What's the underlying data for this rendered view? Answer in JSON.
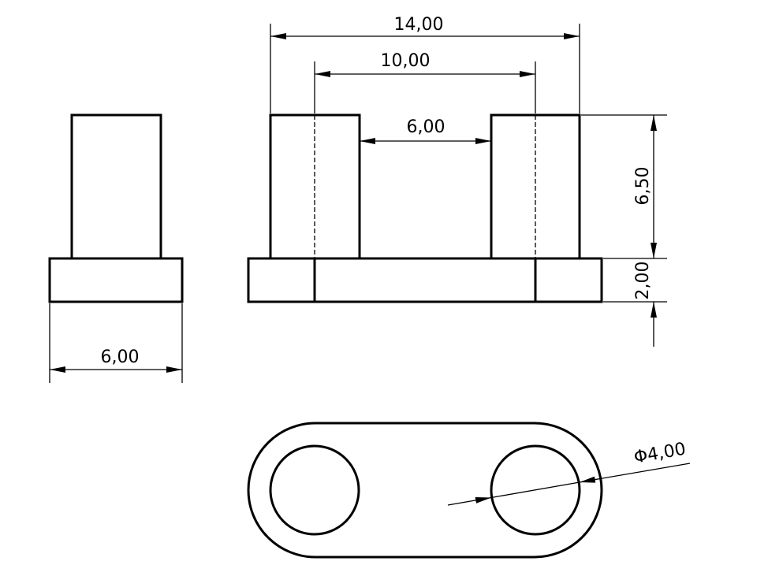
{
  "drawing": {
    "side_view": {
      "width_dim": "6,00"
    },
    "front_view": {
      "overall_width_dim": "14,00",
      "hole_center_dim": "10,00",
      "gap_dim": "6,00",
      "post_height_dim": "6,50",
      "base_height_dim": "2,00"
    },
    "top_view": {
      "hole_diameter_dim": "Φ4,00"
    }
  }
}
